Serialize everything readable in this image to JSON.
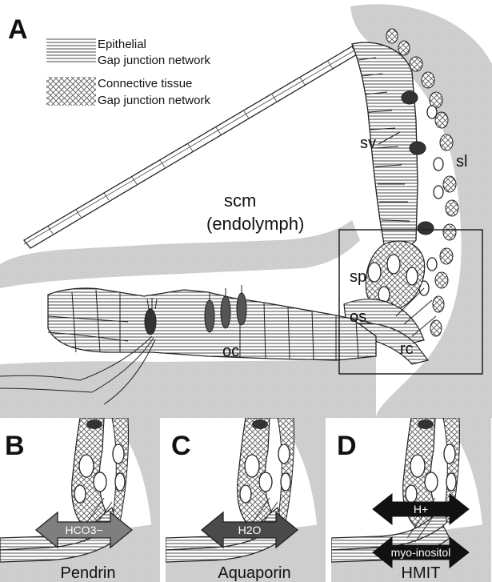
{
  "panelA": {
    "letter": "A",
    "legend": [
      {
        "pattern": "horizontal-lines",
        "line1": "Epithelial",
        "line2": "Gap junction network"
      },
      {
        "pattern": "crosshatch",
        "line1": "Connective tissue",
        "line2": "Gap junction network"
      }
    ],
    "labels": {
      "scm": "scm",
      "endolymph": "(endolymph)",
      "sv": "sv",
      "sl": "sl",
      "sp": "sp",
      "os": "os",
      "rc": "rc",
      "oc": "oc"
    }
  },
  "panels": [
    {
      "letter": "B",
      "arrow_color": "#7f7f7f",
      "arrow_label": "HCO3−",
      "caption": "Pendrin"
    },
    {
      "letter": "C",
      "arrow_color": "#4a4a4a",
      "arrow_label": "H2O",
      "caption": "Aquaporin"
    },
    {
      "letter": "D",
      "arrow_color": "#111111",
      "arrow_label_top": "H+",
      "arrow_label_bottom": "myo-inositol",
      "caption": "HMIT"
    }
  ]
}
